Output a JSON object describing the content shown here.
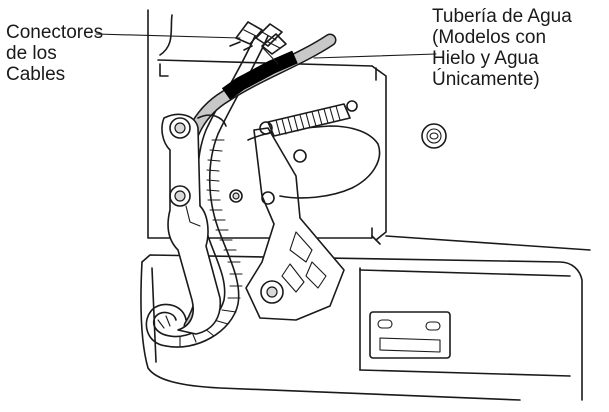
{
  "callouts": {
    "wire_connectors": [
      "Conectores",
      "de los",
      "Cables"
    ],
    "water_line": [
      "Tubería de Agua",
      "(Modelos con",
      "Hielo y Agua",
      "Únicamente)"
    ]
  },
  "colors": {
    "line": "#1a1a1a",
    "background": "#ffffff",
    "water_tube": "#c8c8c8",
    "tube_sleeve": "#000000"
  }
}
